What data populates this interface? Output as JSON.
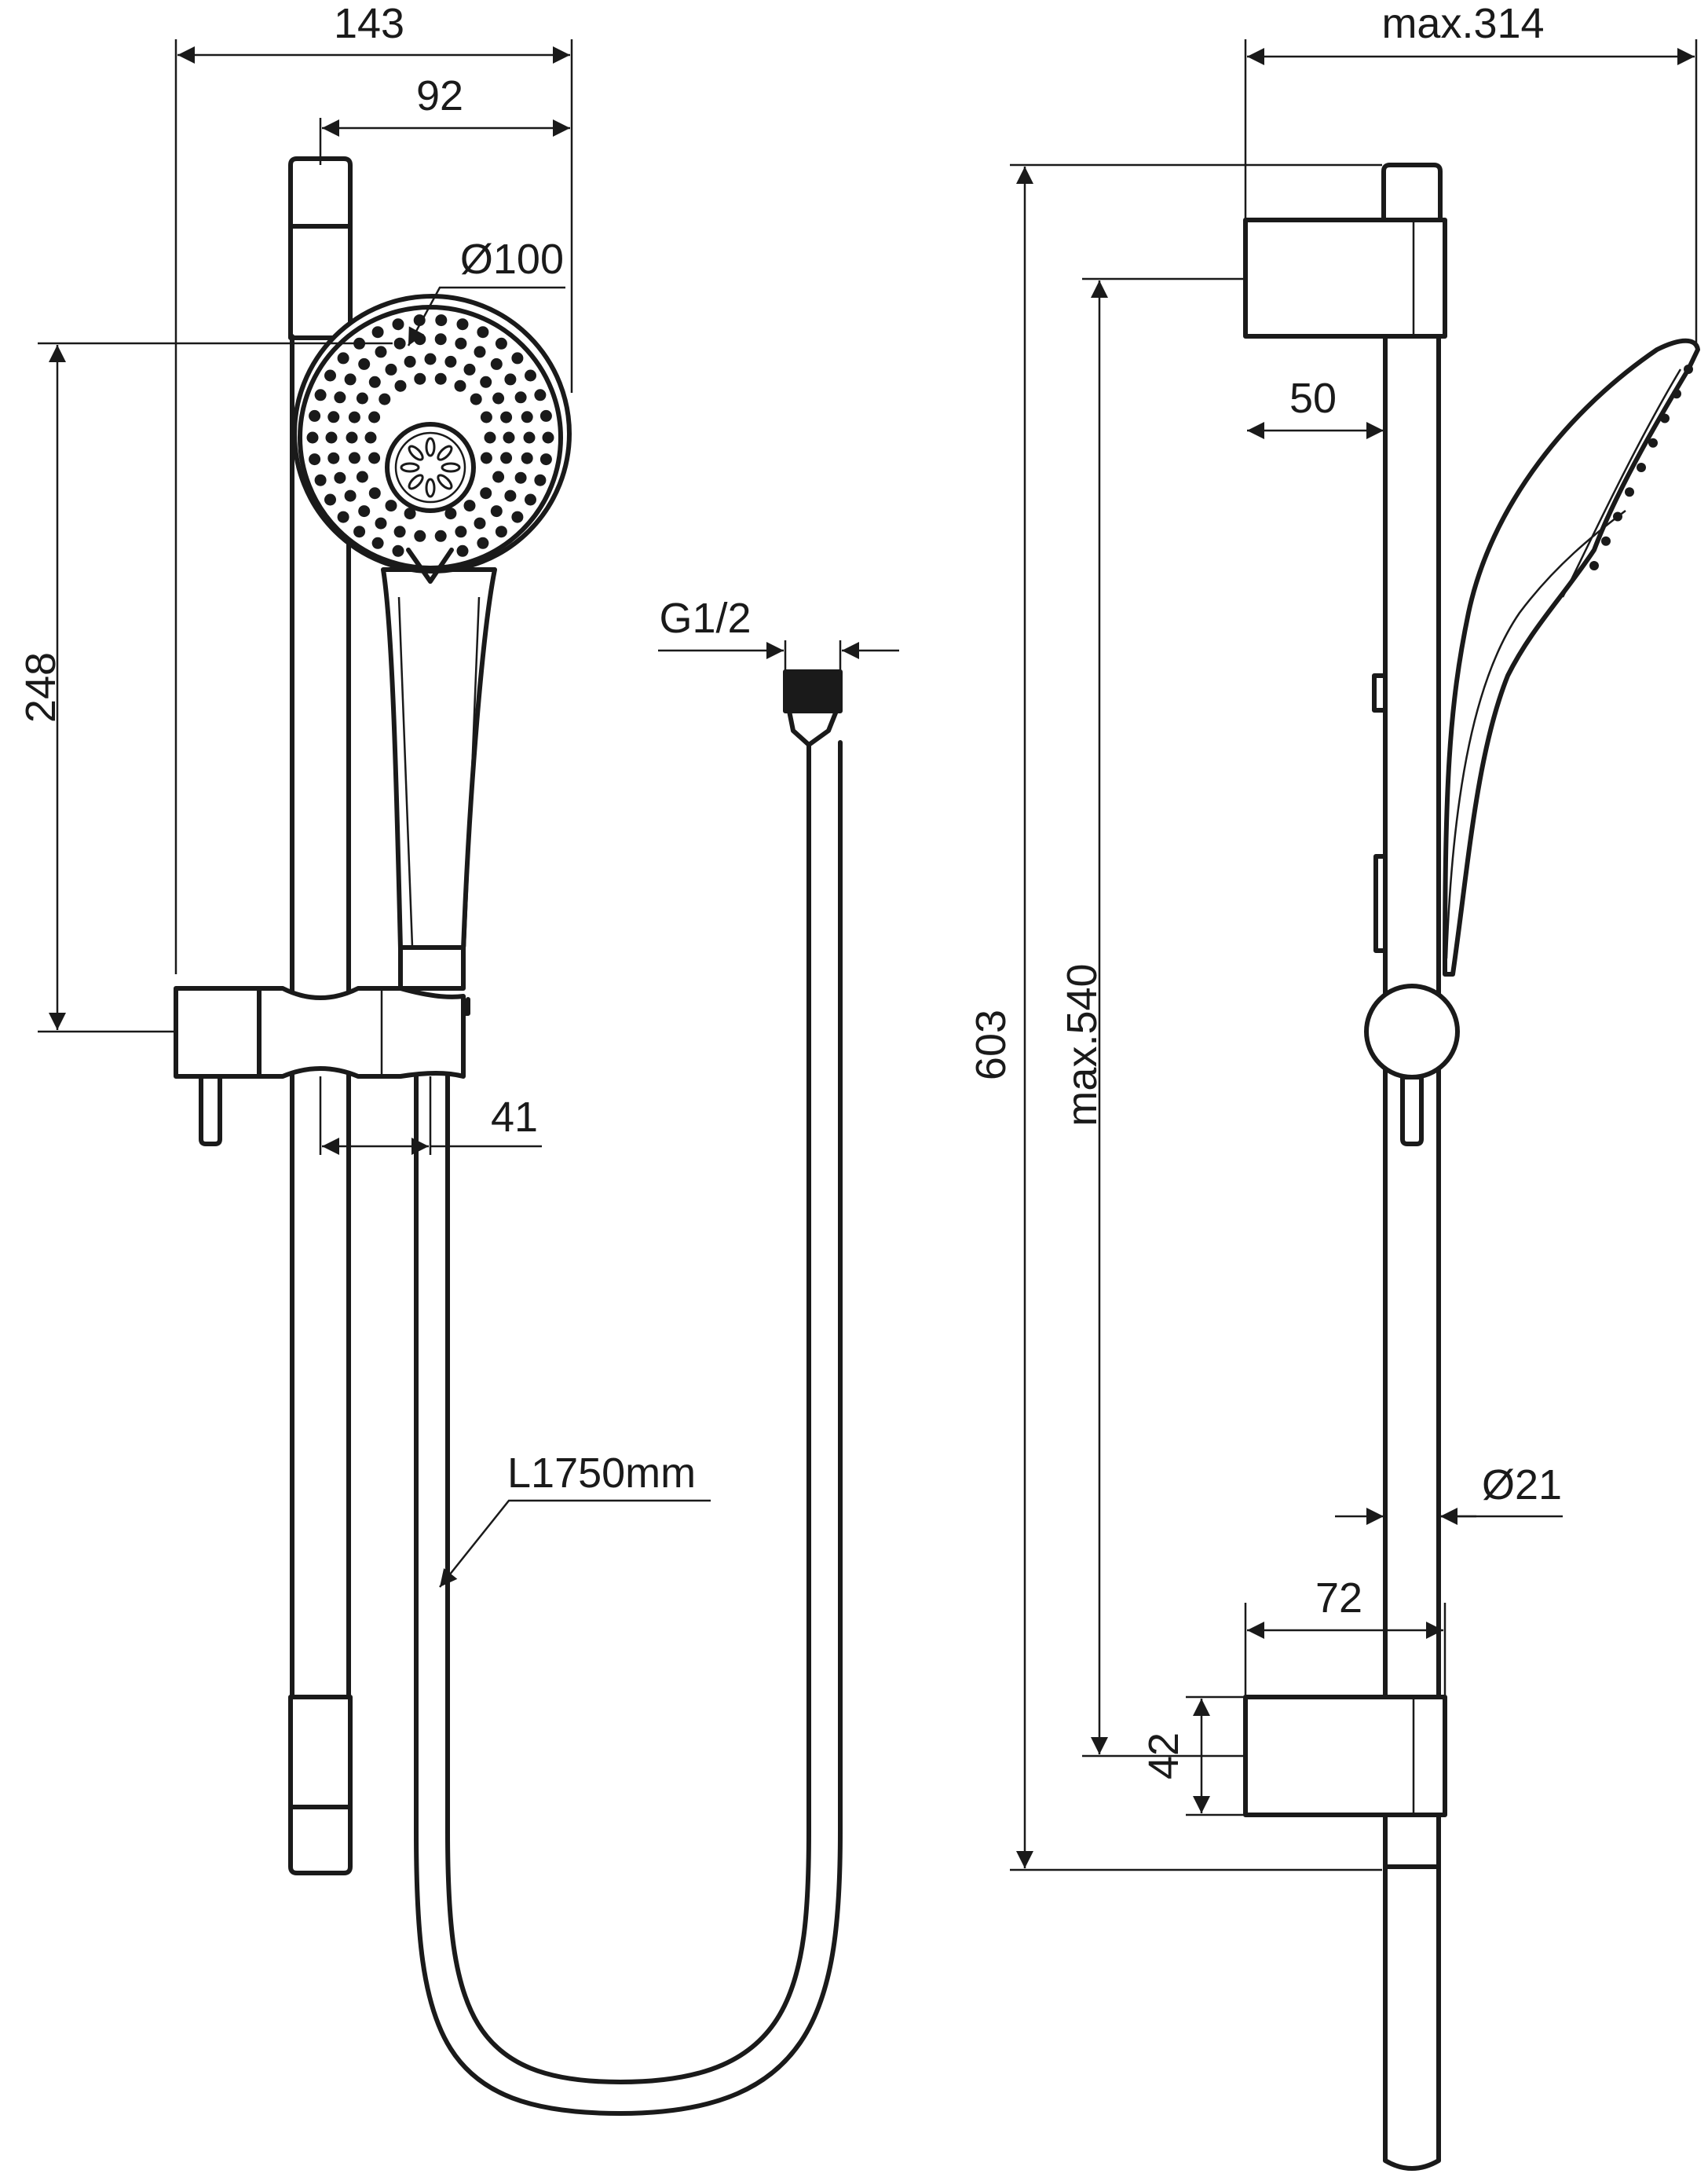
{
  "dimensions": {
    "total_width": "143",
    "head_offset": "92",
    "head_diameter": "Ø100",
    "head_height": "248",
    "slider_offset": "41",
    "connector_thread": "G1/2",
    "hose_length": "L1750mm",
    "max_projection": "max.314",
    "bracket_depth": "50",
    "total_height": "603",
    "max_slide_range": "max.540",
    "rail_diameter": "Ø21",
    "bracket_width": "72",
    "bracket_height": "42"
  },
  "colors": {
    "line": "#1a1a1a",
    "background": "#ffffff"
  }
}
